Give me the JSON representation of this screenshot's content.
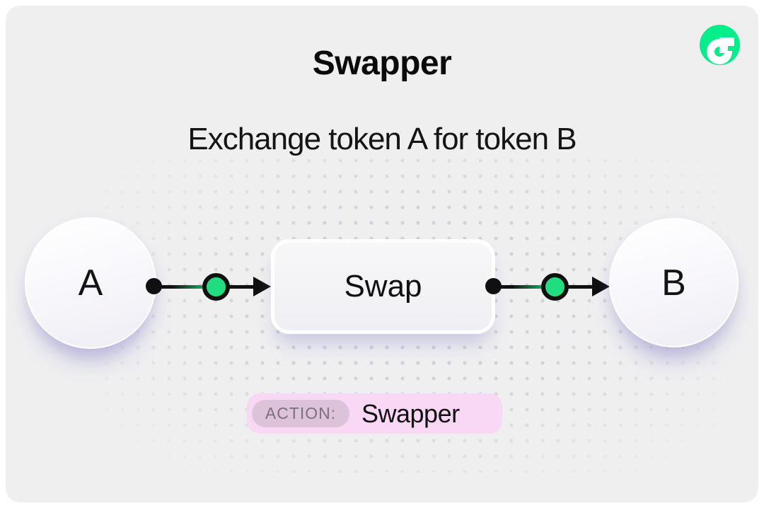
{
  "card": {
    "background": "#efeff0",
    "frame_background": "#ffffff",
    "dot_color": "#d2d1d6"
  },
  "logo": {
    "name": "flow-logo",
    "brand_green": "#00EF8B"
  },
  "header": {
    "title": "Swapper",
    "subtitle": "Exchange token A for token B"
  },
  "diagram": {
    "nodes": {
      "token_a": {
        "label": "A"
      },
      "swap": {
        "label": "Swap"
      },
      "token_b": {
        "label": "B"
      }
    },
    "connector": {
      "line_color": "#101010",
      "green_dot_color": "#20dd80"
    }
  },
  "action_badge": {
    "label": "ACTION:",
    "value": "Swapper",
    "outer_color": "#f8d8f4",
    "label_chip_color": "#ddc3da"
  }
}
